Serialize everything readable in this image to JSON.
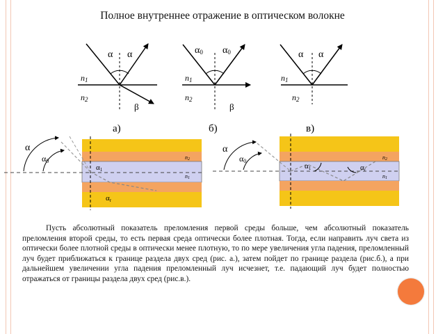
{
  "slide": {
    "title": "Полное внутреннее отражение в оптическом волокне",
    "paragraph": "Пусть абсолютный показатель преломления первой среды больше, чем абсолютный показатель преломления второй среды, то есть первая среда оптически более плотная. Тогда, если направить луч света из оптически более плотной среды в оптически менее плотную, то по мере увеличения угла падения, преломленный луч будет приближаться к границе раздела двух сред (рис. а.), затем пойдет по границе раздела (рис.б.), а при дальнейшем увеличении угла падения преломленный луч исчезнет, т.е. падающий луч будет полностью отражаться от границы раздела двух сред (рис.в.)."
  },
  "figures": {
    "a": {
      "caption": "а)",
      "n1": "n",
      "n1_sub": "1",
      "n2": "n",
      "n2_sub": "2",
      "alpha_left": "α",
      "alpha_right": "α",
      "beta": "β"
    },
    "b": {
      "caption": "б)",
      "n1": "n",
      "n1_sub": "1",
      "n2": "n",
      "n2_sub": "2",
      "alpha0_left": "α",
      "alpha0_right": "α",
      "alpha0_sub": "0",
      "beta": "β"
    },
    "c": {
      "caption": "в)",
      "n1": "n",
      "n1_sub": "1",
      "n2": "n",
      "n2_sub": "2",
      "alpha_left": "α",
      "alpha_right": "α"
    }
  },
  "fibers": {
    "left": {
      "alpha": "α",
      "alpha0": "α",
      "alpha0_sub": "0",
      "alpha1": "α",
      "alpha1_sub": "1",
      "alphar": "α",
      "alphar_sub": "r",
      "n1": "n",
      "n1_sub": "1",
      "n2": "n",
      "n2_sub": "2"
    },
    "right": {
      "alpha": "α",
      "alpha0": "α",
      "alpha0_sub": "0",
      "alpha1": "α",
      "alpha1_sub": "1",
      "alphar": "α",
      "alphar_sub": "r",
      "n1": "n",
      "n1_sub": "1",
      "n2": "n",
      "n2_sub": "2"
    }
  },
  "colors": {
    "cladding_yellow": "#f5c518",
    "cladding_orange": "#f4a460",
    "core_lavender": "#cfd0f0",
    "accent_orange": "#f47a3c",
    "deco_stripe": "#f3c6b4"
  }
}
